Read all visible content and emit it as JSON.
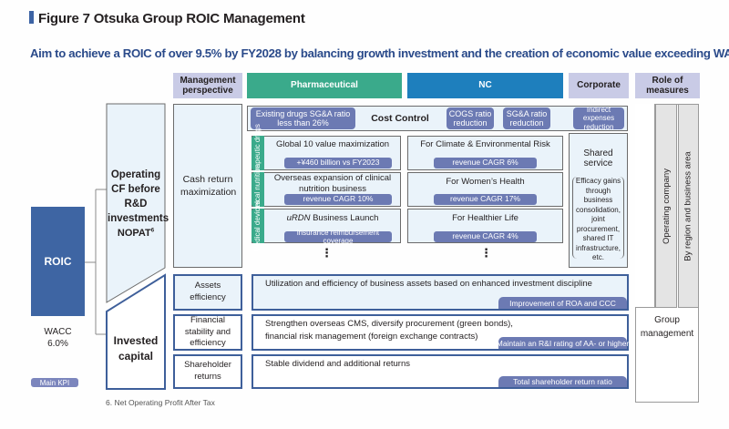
{
  "figure": {
    "title": "Figure 7  Otsuka Group ROIC Management",
    "subtitle": "Aim to achieve a ROIC of over 9.5% by FY2028 by balancing growth investment and the creation of economic value exceeding WACC"
  },
  "headers": {
    "management_perspective": "Management perspective",
    "pharmaceutical": "Pharmaceutical",
    "nc": "NC",
    "corporate": "Corporate",
    "role_of_measures": "Role of measures"
  },
  "colors": {
    "roic_box": "#3e65a3",
    "pharmaceutical_header": "#3aaa8b",
    "nc_header": "#1e7fbd",
    "lavender_header": "#c9cbe6",
    "kpi_pill": "#6c7ab3",
    "light_fill": "#eaf3fa",
    "dark_border": "#3e5f9a"
  },
  "left": {
    "roic": "ROIC",
    "wacc_label": "WACC",
    "wacc_value": "6.0%",
    "main_kpi": "Main KPI",
    "operating_cf": "Operating CF before R&D investments",
    "nopat": "NOPAT",
    "nopat_note": "6",
    "invested_capital": "Invested capital"
  },
  "cost_control": {
    "label": "Cost Control",
    "pharma_pill": "Existing drugs SG&A ratio less than 26%",
    "nc_pill_1": "COGS ratio reduction",
    "nc_pill_2": "SG&A ratio reduction",
    "corporate_pill": "Indirect expenses reduction"
  },
  "cash_return": {
    "label": "Cash return maximization"
  },
  "pharma_segments": [
    {
      "side": "Therapeutic drugs",
      "title": "Global 10 value maximization",
      "kpi": "+¥460 billion vs FY2023"
    },
    {
      "side": "Clinical nutrition",
      "title": "Overseas expansion of clinical nutrition business",
      "kpi": "revenue CAGR 10%"
    },
    {
      "side": "Medical devices",
      "title_italic": "uRDN",
      "title": " Business Launch",
      "kpi": "insurance reimbursement coverage"
    }
  ],
  "nc_segments": [
    {
      "title": "For Climate & Environmental Risk",
      "kpi": "revenue CAGR 6%"
    },
    {
      "title": "For Women’s Health",
      "kpi": "revenue CAGR 17%"
    },
    {
      "title": "For Healthier Life",
      "kpi": "revenue CAGR 4%"
    }
  ],
  "continuation": "⋮",
  "shared_service": {
    "title": "Shared service",
    "description": "Efficacy gains through business consolidation, joint procurement, shared IT infrastructure, etc."
  },
  "role_of_measures": {
    "col_1": "Operating company",
    "col_2": "By region and business area",
    "group": "Group management"
  },
  "capital_rows": [
    {
      "perspective": "Assets efficiency",
      "text": "Utilization and efficiency of business assets based on enhanced investment discipline",
      "kpi": "Improvement of ROA and CCC"
    },
    {
      "perspective": "Financial stability and efficiency",
      "text_line1": "Strengthen overseas CMS, diversify procurement (green bonds),",
      "text_line2": "financial risk management (foreign exchange contracts)",
      "kpi": "Maintain an R&I rating of AA- or higher"
    },
    {
      "perspective": "Shareholder returns",
      "text": "Stable dividend and additional returns",
      "kpi": "Total shareholder return ratio"
    }
  ],
  "footnote": "6. Net Operating Profit After Tax"
}
